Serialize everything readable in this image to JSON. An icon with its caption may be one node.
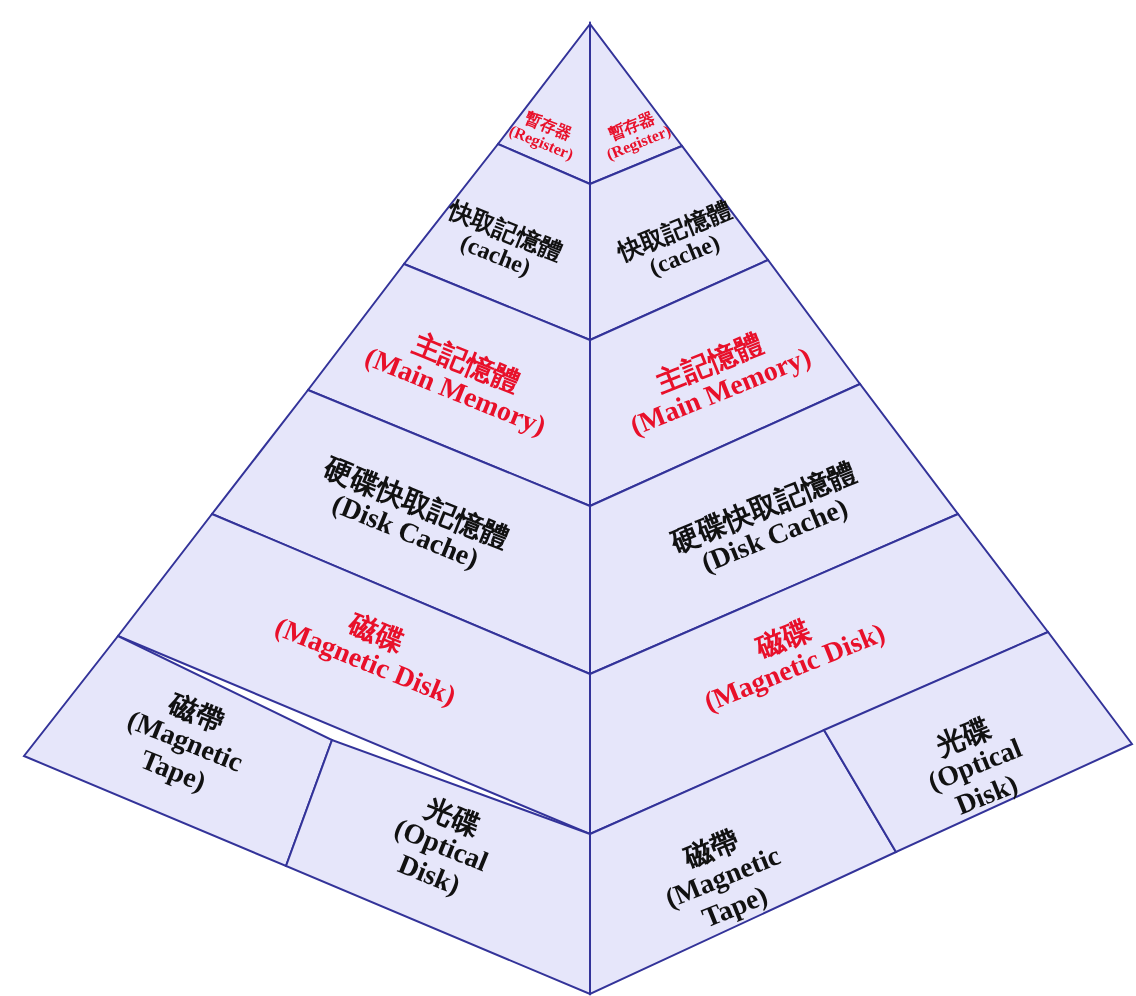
{
  "diagram": {
    "nodes": [
      {
        "text": [
          "暫存器",
          "(Register)"
        ]
      },
      {
        "text": [
          "暫存器",
          "(Register)"
        ]
      },
      {
        "text": [
          "快取記憶體",
          "(cache)"
        ]
      },
      {
        "text": [
          "快取記憶體",
          "(cache)"
        ]
      },
      {
        "text": [
          "主記憶體",
          "(Main Memory)"
        ]
      },
      {
        "text": [
          "主記憶體",
          "(Main Memory)"
        ]
      },
      {
        "text": [
          "硬碟快取記憶體",
          "(Disk Cache)"
        ]
      },
      {
        "text": [
          "硬碟快取記憶體",
          "(Disk Cache)"
        ]
      },
      {
        "text": [
          "磁碟",
          "(Magnetic Disk)"
        ]
      },
      {
        "text": [
          "磁碟",
          "(Magnetic Disk)"
        ]
      },
      {
        "text": [
          "磁帶",
          "(Magnetic Tape)"
        ]
      },
      {
        "text": [
          "光碟",
          "(Optical Disk)"
        ]
      },
      {
        "text": [
          "磁帶",
          "(Magnetic Tape)"
        ]
      },
      {
        "text": [
          "光碟",
          "(Optical Disk)"
        ]
      }
    ]
  }
}
